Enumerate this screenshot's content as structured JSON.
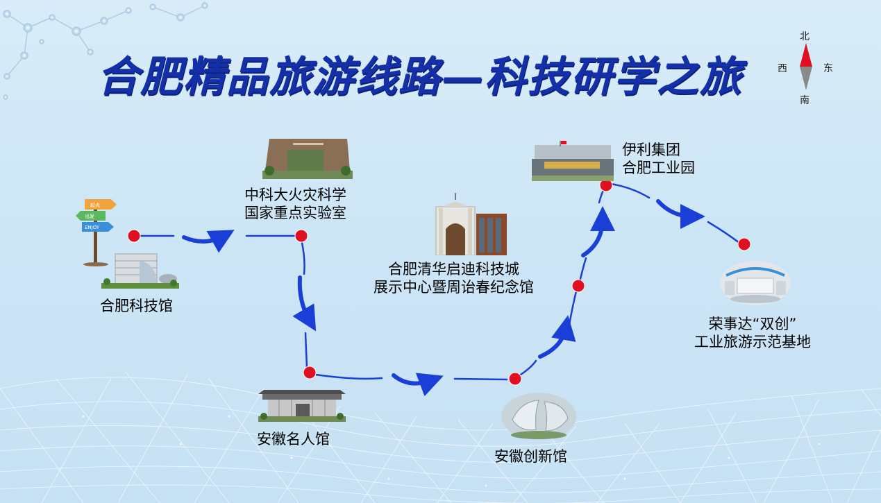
{
  "title": "合肥精品旅游线路—科技研学之旅",
  "compass": {
    "north": "北",
    "south": "南",
    "west": "西",
    "east": "东"
  },
  "signpost": {
    "sign_1": "起点",
    "sign_2": "出发",
    "sign_3": "ENJOY"
  },
  "stops": [
    {
      "id": "hefei-science-museum",
      "lines": [
        "合肥科技馆"
      ]
    },
    {
      "id": "fire-science-lab",
      "lines": [
        "中科大火灾科学",
        "国家重点实验室"
      ]
    },
    {
      "id": "anhui-celebrity-museum",
      "lines": [
        "安徽名人馆"
      ]
    },
    {
      "id": "tsinghua-tuspark",
      "lines": [
        "合肥清华启迪科技城",
        "展示中心暨周诒春纪念馆"
      ]
    },
    {
      "id": "anhui-innovation-museum",
      "lines": [
        "安徽创新馆"
      ]
    },
    {
      "id": "yili-industrial-park",
      "lines": [
        "伊利集团",
        "合肥工业园"
      ]
    },
    {
      "id": "rongshida-base",
      "lines": [
        "荣事达“双创”",
        "工业旅游示范基地"
      ]
    }
  ],
  "colors": {
    "title": "#1430a8",
    "route": "#1a3fd6",
    "dot": "#e01020",
    "background": "#cde6f6"
  }
}
